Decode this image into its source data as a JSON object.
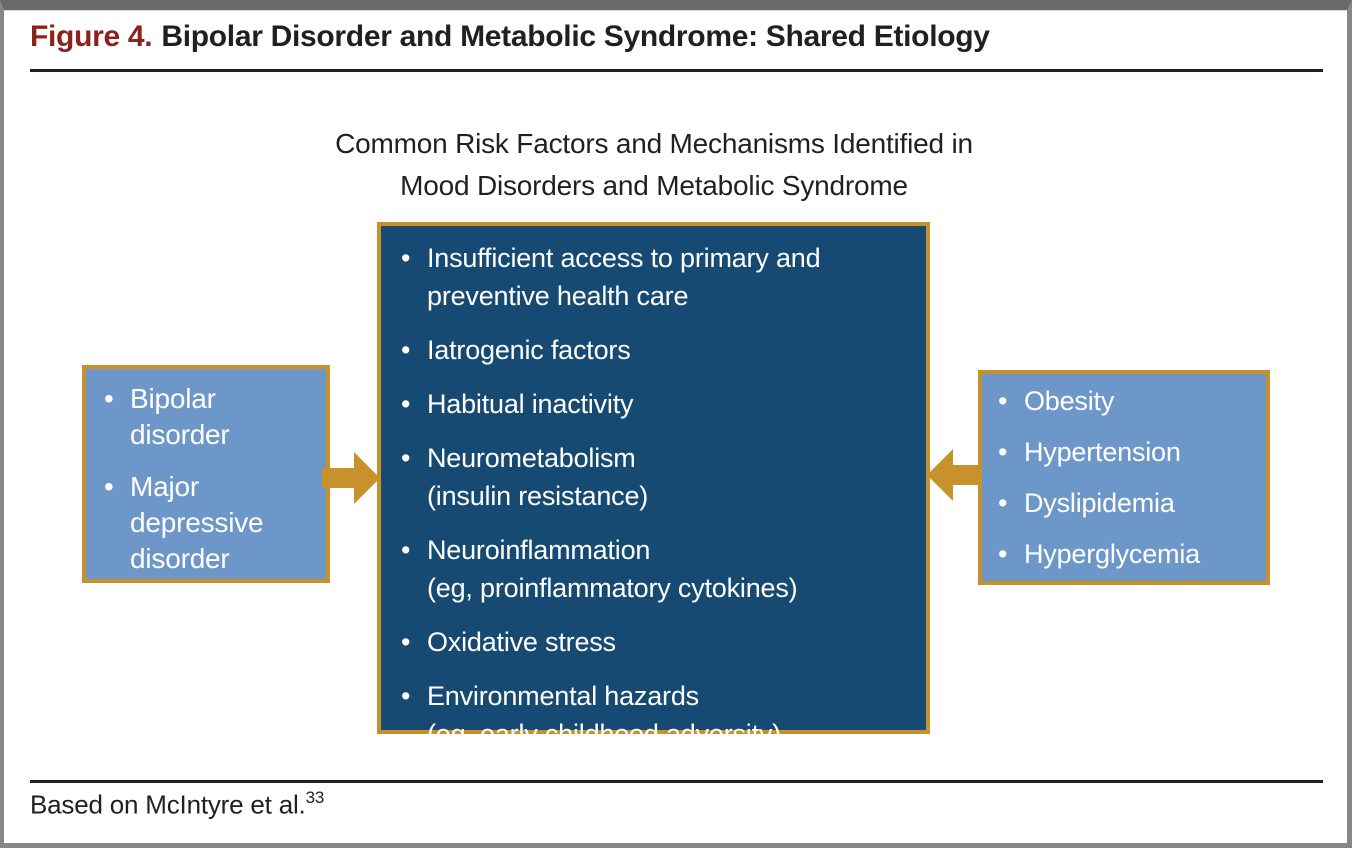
{
  "bullet": "•",
  "figure": {
    "label": "Figure 4.",
    "title": "Bipolar Disorder and Metabolic Syndrome: Shared Etiology"
  },
  "subtitle": {
    "line1": "Common Risk Factors and Mechanisms Identified in",
    "line2": "Mood Disorders and Metabolic Syndrome"
  },
  "left_box": {
    "items": [
      {
        "line1": "Bipolar",
        "line2": "disorder"
      },
      {
        "line1": "Major",
        "line2": "depressive",
        "line3": "disorder"
      }
    ]
  },
  "center_box": {
    "items": [
      {
        "line1": "Insufficient access to primary and",
        "line2": "preventive health care"
      },
      {
        "line1": "Iatrogenic factors"
      },
      {
        "line1": "Habitual inactivity"
      },
      {
        "line1": "Neurometabolism",
        "line2": "(insulin resistance)"
      },
      {
        "line1": "Neuroinflammation",
        "line2": "(eg, proinflammatory cytokines)"
      },
      {
        "line1": "Oxidative stress"
      },
      {
        "line1": "Environmental hazards",
        "line2": "(eg, early childhood adversity)"
      }
    ]
  },
  "right_box": {
    "items": [
      {
        "line1": "Obesity"
      },
      {
        "line1": "Hypertension"
      },
      {
        "line1": "Dyslipidemia"
      },
      {
        "line1": "Hyperglycemia"
      }
    ]
  },
  "footer": {
    "text": "Based on McIntyre et al.",
    "ref": "33"
  },
  "colors": {
    "figure_label_red": "#8B231C",
    "text_dark": "#231F20",
    "accent_gold": "#C7912C",
    "center_box_navy": "#164A72",
    "side_box_blue": "#6E97C9",
    "box_text_white": "#FFFFFF",
    "frame_top_gray": "#68696B",
    "frame_side_gray": "#85878A"
  }
}
